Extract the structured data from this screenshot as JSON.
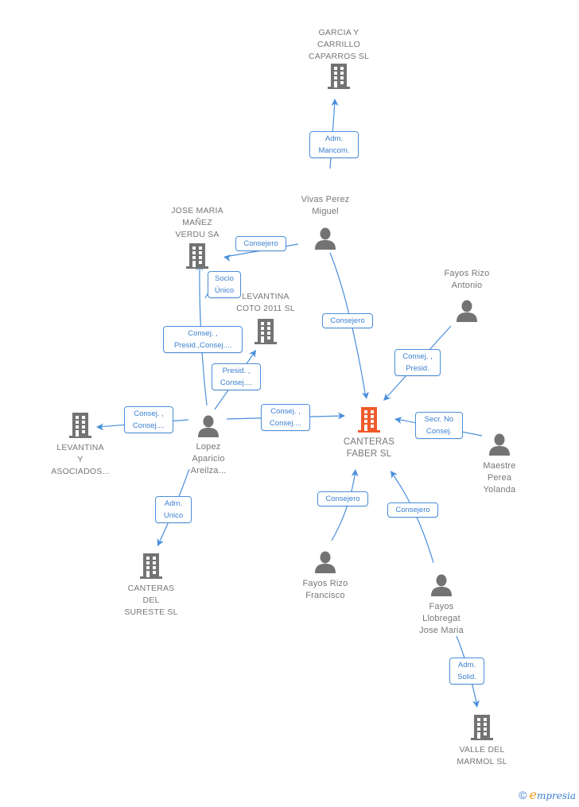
{
  "colors": {
    "edge": "#4a8fdc",
    "label_text": "#3a7fd0",
    "node_gray": "#737373",
    "focus_company": "#f05a2a",
    "text": "#777777"
  },
  "nodes": [
    {
      "id": "garcia",
      "type": "company",
      "label": "GARCIA Y\nCARRILLO\nCAPARROS SL"
    },
    {
      "id": "vivas",
      "type": "person",
      "label": "Vivas Perez\nMiguel"
    },
    {
      "id": "josemaria",
      "type": "company",
      "label": "JOSE MARIA\nMAÑEZ\nVERDU SA"
    },
    {
      "id": "levcoto",
      "type": "company",
      "label": "LEVANTINA\nCOTO 2011 SL"
    },
    {
      "id": "fayosantonio",
      "type": "person",
      "label": "Fayos Rizo\nAntonio"
    },
    {
      "id": "levasoc",
      "type": "company",
      "label": "LEVANTINA\nY\nASOCIADOS..."
    },
    {
      "id": "lopez",
      "type": "person",
      "label": "Lopez\nAparicio\nAreilza..."
    },
    {
      "id": "canteras",
      "type": "company",
      "focus": true,
      "label": "CANTERAS\nFABER SL"
    },
    {
      "id": "maestre",
      "type": "person",
      "label": "Maestre\nPerea\nYolanda"
    },
    {
      "id": "sureste",
      "type": "company",
      "label": "CANTERAS\nDEL\nSURESTE SL"
    },
    {
      "id": "fayosfrancisco",
      "type": "person",
      "label": "Fayos Rizo\nFrancisco"
    },
    {
      "id": "fayosllobregat",
      "type": "person",
      "label": "Fayos\nLlobregat\nJose Maria"
    },
    {
      "id": "valle",
      "type": "company",
      "label": "VALLE DEL\nMARMOL  SL"
    }
  ],
  "edges": [
    {
      "from": "vivas",
      "to": "garcia",
      "label": "Adm.\nMancom."
    },
    {
      "from": "vivas",
      "to": "josemaria",
      "label": "Consejero"
    },
    {
      "from": "vivas",
      "to": "canteras",
      "label": "Consejero"
    },
    {
      "from": "levcoto",
      "to": "josemaria",
      "label": "Socio\nÚnico"
    },
    {
      "from": "lopez",
      "to": "josemaria",
      "label": "Consej. ,\nPresid.,Consej...."
    },
    {
      "from": "lopez",
      "to": "levcoto",
      "label": "Presid. ,\nConsej...."
    },
    {
      "from": "lopez",
      "to": "levasoc",
      "label": "Consej. ,\nConsej...."
    },
    {
      "from": "lopez",
      "to": "canteras",
      "label": "Consej. ,\nConsej...."
    },
    {
      "from": "lopez",
      "to": "sureste",
      "label": "Adm.\nUnico"
    },
    {
      "from": "fayosantonio",
      "to": "canteras",
      "label": "Consej. ,\nPresid."
    },
    {
      "from": "maestre",
      "to": "canteras",
      "label": "Secr.  No\nConsej."
    },
    {
      "from": "fayosfrancisco",
      "to": "canteras",
      "label": "Consejero"
    },
    {
      "from": "fayosllobregat",
      "to": "canteras",
      "label": "Consejero"
    },
    {
      "from": "fayosllobregat",
      "to": "valle",
      "label": "Adm.\nSolid."
    }
  ],
  "footer": {
    "copyright_symbol": "©",
    "brand_initial": "e",
    "brand_rest": "mpresia"
  }
}
